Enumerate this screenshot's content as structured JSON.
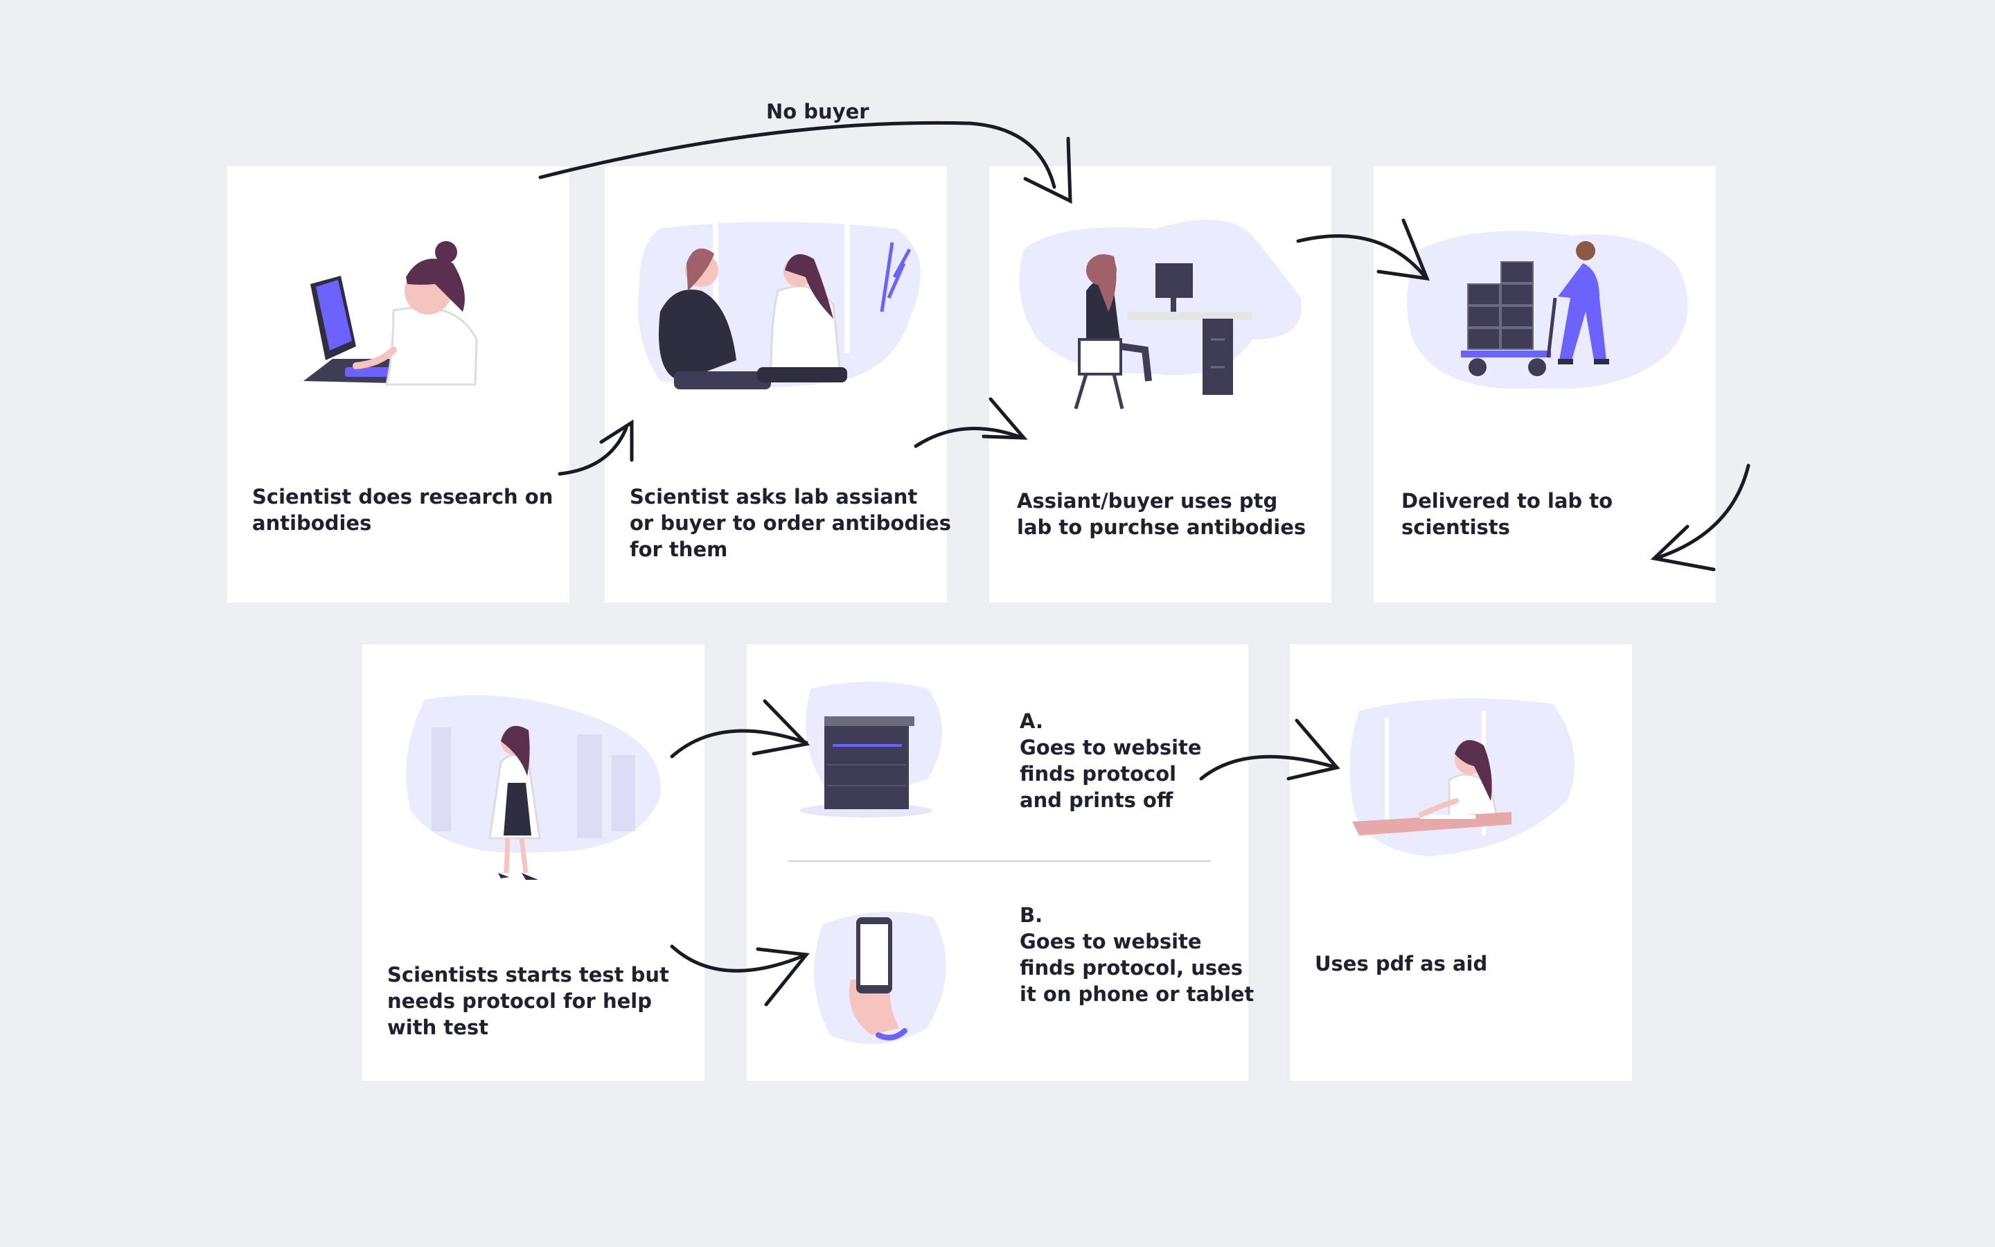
{
  "top_label": "No buyer",
  "steps": [
    {
      "caption": [
        "Scientist does research on",
        "antibodies"
      ]
    },
    {
      "caption": [
        "Scientist asks lab assiant",
        "or buyer to order antibodies",
        "for them"
      ]
    },
    {
      "caption": [
        "Assiant/buyer uses ptg",
        "lab to purchse antibodies"
      ]
    },
    {
      "caption": [
        "Delivered to lab to",
        "scientists"
      ]
    },
    {
      "caption": [
        "Scientists starts test but",
        "needs protocol for help",
        "with test"
      ]
    },
    {
      "option_a": [
        "A.",
        "Goes to website",
        "finds protocol",
        "and prints off"
      ],
      "option_b": [
        "B.",
        "Goes to website",
        "finds protocol, uses",
        "it on phone or tablet"
      ]
    },
    {
      "caption": [
        "Uses pdf as aid"
      ]
    }
  ],
  "colors": {
    "background": "#eeeff3",
    "card": "#ffffff",
    "text": "#20202e",
    "accent": "#6c63ff",
    "blob": "#ebebff",
    "hair": "#5b2f4e",
    "skin": "#f6c4bf",
    "dark": "#3f3d56"
  },
  "icons": [
    "woman-at-computer",
    "two-women-talking",
    "woman-at-desk",
    "man-pushing-cart",
    "woman-in-lab-coat",
    "printer",
    "hand-holding-phone",
    "woman-writing"
  ]
}
